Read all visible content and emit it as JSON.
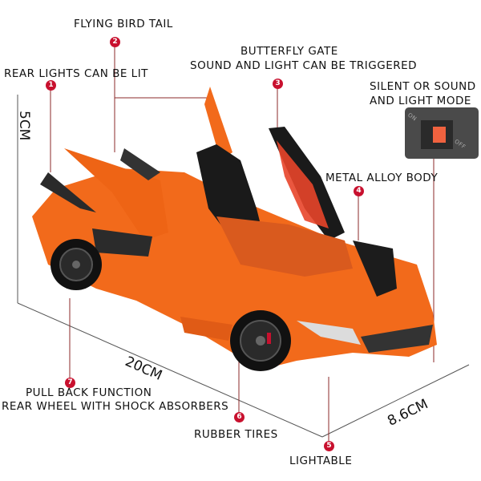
{
  "features": [
    {
      "number": "1",
      "label": "REAR LIGHTS CAN BE LIT"
    },
    {
      "number": "2",
      "label": "FLYING BIRD TAIL"
    },
    {
      "number": "3",
      "label": "BUTTERFLY GATE\nSOUND AND LIGHT CAN BE TRIGGERED",
      "line1": "BUTTERFLY GATE",
      "line2": "SOUND AND LIGHT CAN BE TRIGGERED"
    },
    {
      "number": "4",
      "label": "METAL ALLOY BODY"
    },
    {
      "number": "5",
      "label": "LIGHTABLE"
    },
    {
      "number": "6",
      "label": "RUBBER TIRES"
    },
    {
      "number": "7",
      "label": "PULL BACK FUNCTION",
      "line2": "REAR WHEEL WITH SHOCK ABSORBERS"
    }
  ],
  "mode_switch": {
    "line1": "SILENT OR SOUND",
    "line2": "AND LIGHT MODE",
    "on": "ON",
    "off": "OFF"
  },
  "dimensions": {
    "height": "5CM",
    "length": "20CM",
    "width": "8.6CM"
  },
  "colors": {
    "body": "#f26a1b",
    "accent": "#c8102e",
    "line": "#8b2a2a"
  }
}
